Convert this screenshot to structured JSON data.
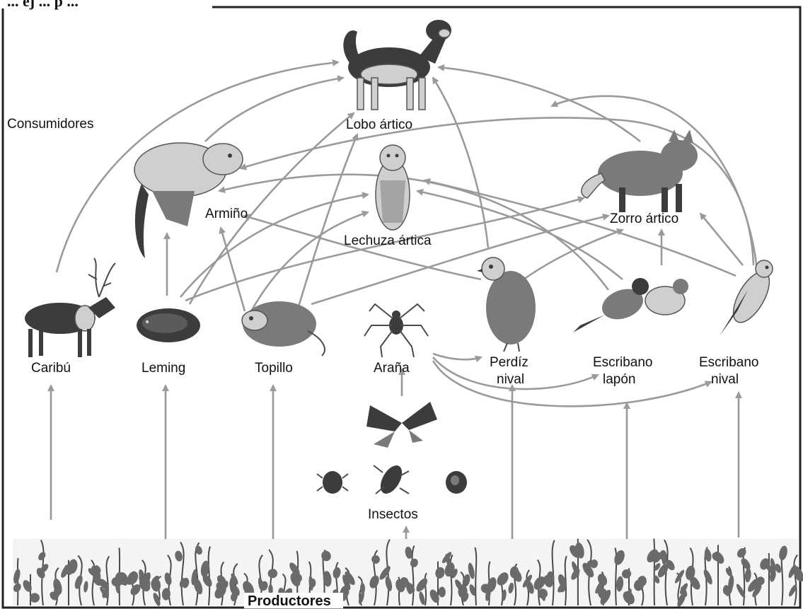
{
  "header": {
    "fragment": "... ej ... p ..."
  },
  "labels": {
    "consumers": "Consumidores",
    "producers": "Productores",
    "wolf": "Lobo ártico",
    "stoat": "Armiño",
    "owl": "Lechuza ártica",
    "fox": "Zorro ártico",
    "caribou": "Caribú",
    "lemming": "Leming",
    "vole": "Topillo",
    "spider": "Araña",
    "ptarmigan_1": "Perdíz",
    "ptarmigan_2": "nival",
    "longspur_1": "Escribano",
    "longspur_2": "lapón",
    "bunting_1": "Escribano",
    "bunting_2": "nival",
    "insects": "Insectos"
  },
  "icons": [
    "wolf-icon",
    "stoat-icon",
    "owl-icon",
    "fox-icon",
    "caribou-icon",
    "lemming-icon",
    "vole-icon",
    "spider-icon",
    "butterfly-icon",
    "beetle-icon",
    "ptarmigan-icon",
    "longspur-icon",
    "bunting-icon",
    "plants-icon"
  ],
  "colors": {
    "arrow": "#9a9a9a",
    "frame": "#222222",
    "text": "#111111"
  }
}
